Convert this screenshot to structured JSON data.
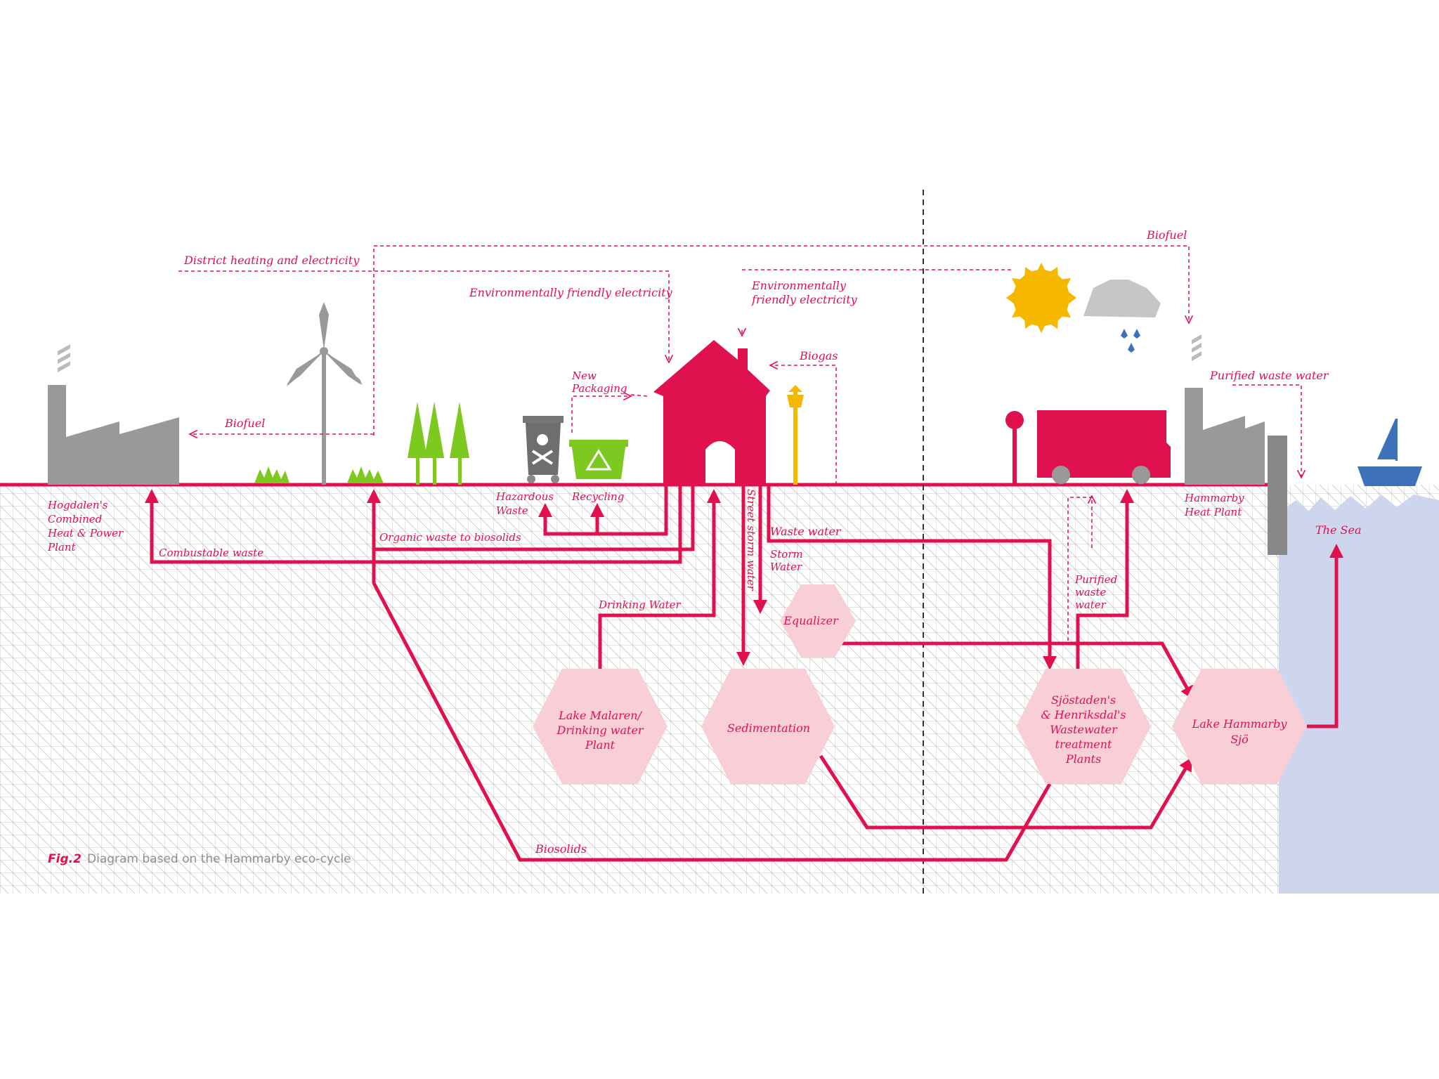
{
  "colors": {
    "accent": "#e0114f",
    "node_fill": "#f8cfd6",
    "building_gray": "#999999",
    "tree_green": "#7dc91f",
    "sun": "#f6b700",
    "sea": "#cdd6ec",
    "boat": "#3d72b8"
  },
  "labels": {
    "district_heating": "District heating and electricity",
    "biofuel_top": "Biofuel",
    "env_electricity_left": "Environmentally friendly electricity",
    "env_electricity_right_1": "Environmentally",
    "env_electricity_right_2": "friendly electricity",
    "biofuel_left": "Biofuel",
    "new_packaging_1": "New",
    "new_packaging_2": "Packaging",
    "biogas": "Biogas",
    "purified_waste_water_top": "Purified waste water",
    "hogdalen_1": "Hogdalen's",
    "hogdalen_2": "Combined",
    "hogdalen_3": "Heat & Power",
    "hogdalen_4": "Plant",
    "combustible_waste": "Combustable  waste",
    "organic_waste": "Organic waste to biosolids",
    "hazardous_1": "Hazardous",
    "hazardous_2": "Waste",
    "recycling": "Recycling",
    "street_storm_water": "Street storm water",
    "waste_water": "Waste water",
    "storm_water_1": "Storm",
    "storm_water_2": "Water",
    "drinking_water": "Drinking Water",
    "purified_1": "Purified",
    "purified_2": "waste",
    "purified_3": "water",
    "hammarby_heat_1": "Hammarby",
    "hammarby_heat_2": "Heat Plant",
    "the_sea": "The Sea",
    "biosolids": "Biosolids"
  },
  "nodes": {
    "equalizer": "Equalizer",
    "lake_malaren": [
      "Lake Malaren/",
      "Drinking water",
      "Plant"
    ],
    "sedimentation": "Sedimentation",
    "sjostaden": [
      "Sjöstaden's",
      "& Henriksdal's",
      "Wastewater",
      "treatment",
      "Plants"
    ],
    "lake_hammarby": [
      "Lake Hammarby",
      "Sjö"
    ]
  },
  "caption": {
    "fig": "Fig.2",
    "text": "Diagram based on the Hammarby eco-cycle"
  },
  "icons": [
    "factory-icon",
    "wind-turbine-icon",
    "grass-icon",
    "tree-icon",
    "hazardous-bin-icon",
    "recycling-bin-icon",
    "house-icon",
    "street-lamp-icon",
    "sun-icon",
    "rain-cloud-icon",
    "bus-stop-icon",
    "bus-icon",
    "boat-icon"
  ]
}
